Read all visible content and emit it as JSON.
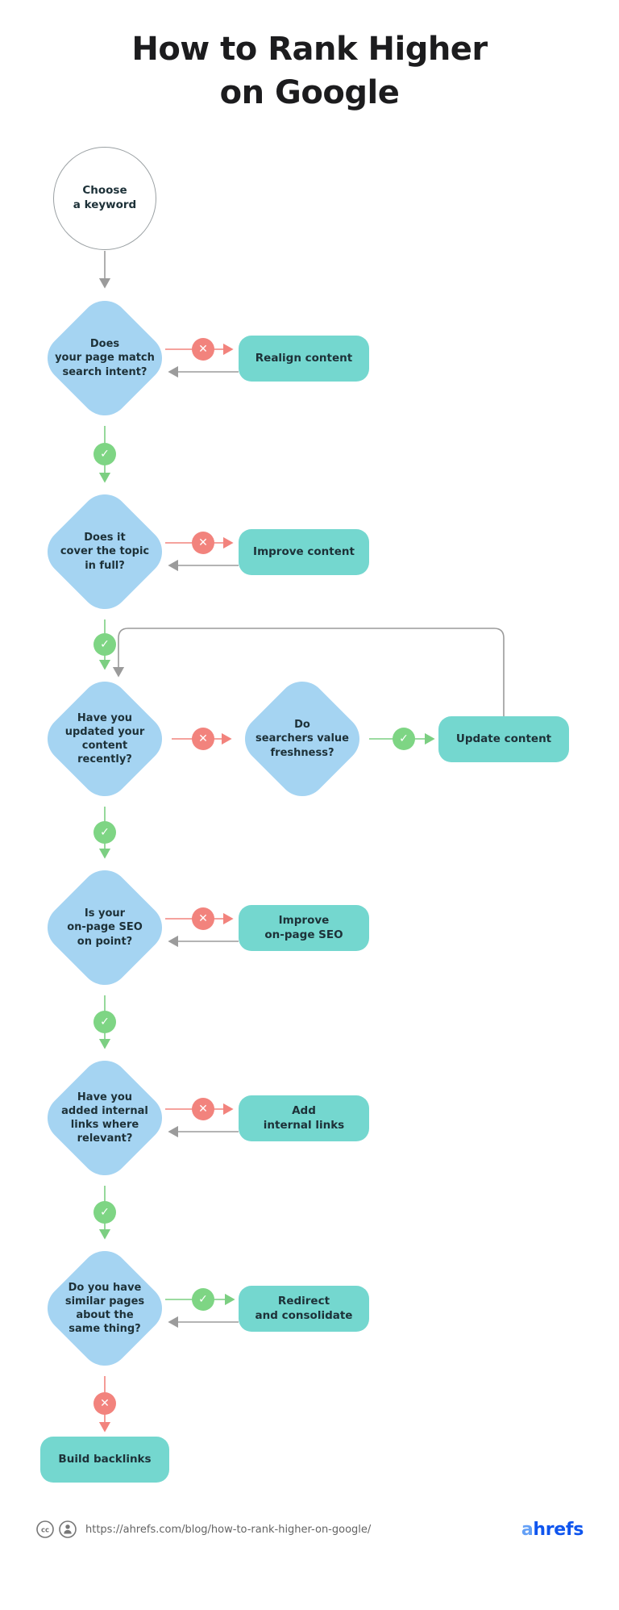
{
  "title": {
    "text": "How to Rank Higher\non Google"
  },
  "nodes": {
    "start": "Choose\na keyword",
    "search_intent": "Does\nyour page match\nsearch intent?",
    "topic_full": "Does it\ncover the topic\nin full?",
    "updated_recently": "Have you\nupdated your\ncontent\nrecently?",
    "freshness": "Do\nsearchers value\nfreshness?",
    "onpage_seo": "Is your\non-page SEO\non point?",
    "internal_links": "Have you\nadded internal\nlinks where\nrelevant?",
    "similar_pages": "Do you have\nsimilar pages\nabout the\nsame thing?"
  },
  "actions": {
    "realign": "Realign content",
    "improve": "Improve content",
    "update": "Update content",
    "onpage": "Improve\non-page SEO",
    "internal": "Add\ninternal links",
    "redirect": "Redirect\nand consolidate",
    "backlinks": "Build backlinks"
  },
  "glyphs": {
    "yes": "✓",
    "no": "✕"
  },
  "footer": {
    "url": "https://ahrefs.com/blog/how-to-rank-higher-on-google/",
    "logo_a": "a",
    "logo_rest": "hrefs"
  },
  "colors": {
    "diamond_fill": "#a5d4f2",
    "action_fill": "#74d7cf",
    "yes_green": "#7ed584",
    "no_red": "#f2837d",
    "line_gray": "#9b9b9b",
    "logo_blue": "#0f55ee",
    "logo_a_blue": "#64a0f6"
  }
}
